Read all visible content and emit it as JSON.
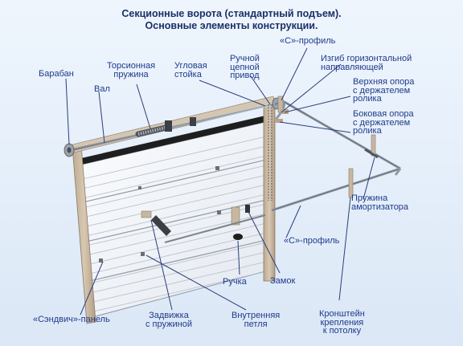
{
  "title": {
    "line1": "Секционные ворота (стандартный подъем).",
    "line2": "Основные элементы конструкции."
  },
  "colors": {
    "title_text": "#1b2f66",
    "label_text": "#1f3a8a",
    "leader_line": "#2b3d7a",
    "panel_face": "#f3f6fa",
    "panel_groove": "#b8c1cc",
    "frame_wood": "#c9b8a2",
    "rail_metal": "#9aa3ad",
    "seal_dark": "#1e1e1e"
  },
  "labels": {
    "drum": [
      "Барабан"
    ],
    "shaft": [
      "Вал"
    ],
    "torsion_spring": [
      "Торсионная",
      "пружина"
    ],
    "corner_post": [
      "Угловая",
      "стойка"
    ],
    "chain_drive": [
      "Ручной",
      "цепной",
      "привод"
    ],
    "c_profile_top": [
      "«С»-профиль"
    ],
    "horizontal_bend": [
      "Изгиб горизонтальной",
      "направляющей"
    ],
    "upper_support": [
      "Верхняя опора",
      "с держателем",
      "ролика"
    ],
    "side_support": [
      "Боковая опора",
      "с держателем",
      "ролика"
    ],
    "shock_spring": [
      "Пружина",
      "амортизатора"
    ],
    "c_profile_right": [
      "«С»-профиль"
    ],
    "lock": [
      "Замок"
    ],
    "handle": [
      "Ручка"
    ],
    "sandwich_panel": [
      "«Сэндвич»-панель"
    ],
    "spring_latch": [
      "Задвижка",
      "с пружиной"
    ],
    "inner_loop": [
      "Внутренняя",
      "петля"
    ],
    "ceiling_bracket": [
      "Кронштейн",
      "крепления",
      "к потолку"
    ]
  }
}
